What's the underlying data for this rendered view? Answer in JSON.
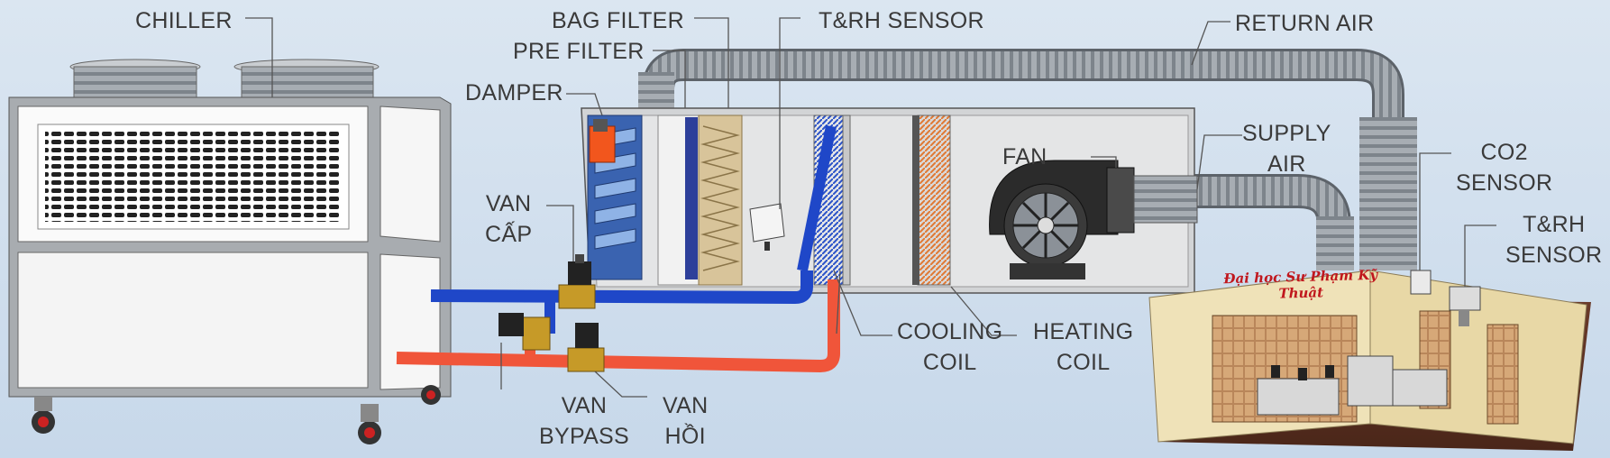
{
  "labels": {
    "chiller": "CHILLER",
    "bag_filter": "BAG FILTER",
    "pre_filter": "PRE FILTER",
    "damper": "DAMPER",
    "trh_sensor_ahu": "T&RH SENSOR",
    "return_air": "RETURN AIR",
    "supply_air": [
      "SUPPLY",
      "AIR"
    ],
    "fan": "FAN",
    "co2_sensor": [
      "CO2",
      "SENSOR"
    ],
    "trh_sensor_room": [
      "T&RH",
      "SENSOR"
    ],
    "van_cap": [
      "VAN",
      "CẤP"
    ],
    "cooling_coil": [
      "COOLING",
      "COIL"
    ],
    "heating_coil": [
      "HEATING",
      "COIL"
    ],
    "van_bypass": [
      "VAN",
      "BYPASS"
    ],
    "van_hoi": [
      "VAN",
      "HỒI"
    ]
  },
  "room_sign": "Đại học Sư Phạm Kỹ Thuật",
  "colors": {
    "cold_pipe": "#1f47c8",
    "hot_pipe": "#f0553a",
    "duct": "#9aa0a6",
    "label_text": "#3a3a3a",
    "room_sign": "#c0171d",
    "heating_coil": "#e07832",
    "cooling_coil": "#2a52c9",
    "damper_actuator": "#f2561d"
  }
}
